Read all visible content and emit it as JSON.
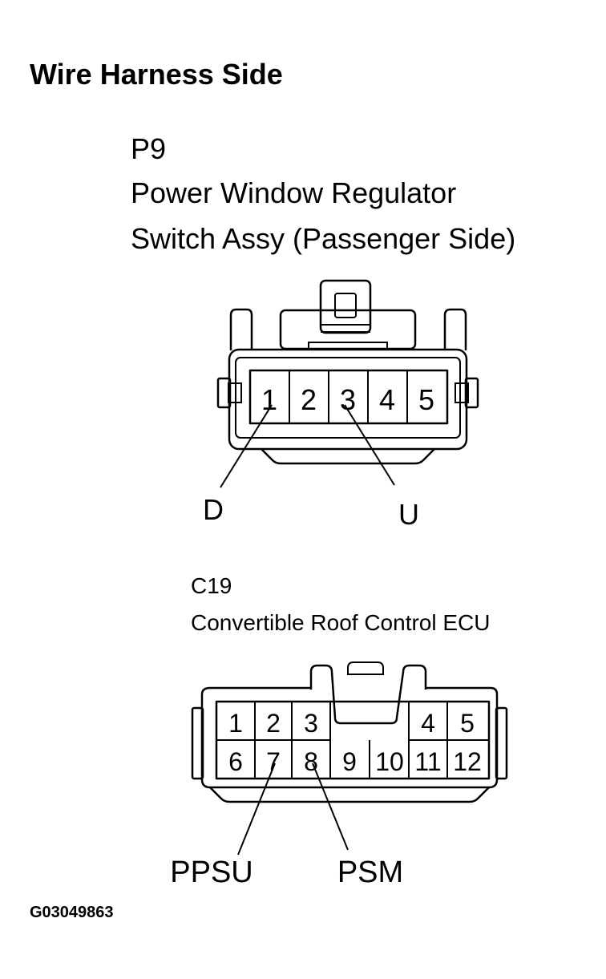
{
  "header": {
    "title": "Wire Harness Side"
  },
  "connector_p9": {
    "code": "P9",
    "name_line1": "Power Window Regulator",
    "name_line2": "Switch Assy (Passenger Side)",
    "pins": [
      "1",
      "2",
      "3",
      "4",
      "5"
    ],
    "callouts": {
      "pin1": "D",
      "pin3": "U"
    }
  },
  "connector_c19": {
    "code": "C19",
    "name": "Convertible Roof Control ECU",
    "pins_top": [
      "1",
      "2",
      "3",
      "4",
      "5"
    ],
    "pins_bottom": [
      "6",
      "7",
      "8",
      "9",
      "10",
      "11",
      "12"
    ],
    "callouts": {
      "pin7": "PPSU",
      "pin8": "PSM"
    }
  },
  "footer": {
    "figure_id": "G03049863"
  }
}
